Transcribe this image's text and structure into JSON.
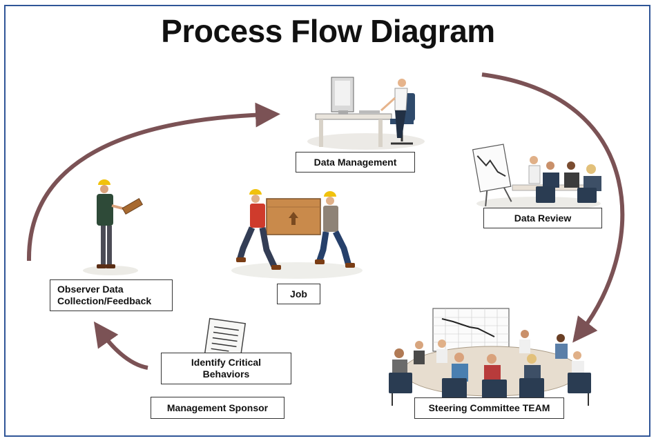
{
  "title": "Process Flow Diagram",
  "colors": {
    "arrow": "#7b5255",
    "frame": "#2f5597"
  },
  "labels": {
    "data_management": "Data Management",
    "data_review": "Data Review",
    "job": "Job",
    "observer_line1": "Observer Data",
    "observer_line2": "Collection/Feedback",
    "identify_line1": "Identify Critical",
    "identify_line2": "Behaviors",
    "management_sponsor": "Management Sponsor",
    "steering_committee": "Steering Committee TEAM"
  },
  "icons": [
    "computer-workstation-icon",
    "presentation-meeting-icon",
    "workers-carrying-box-icon",
    "observer-with-clipboard-icon",
    "checklist-document-icon",
    "conference-room-icon"
  ]
}
